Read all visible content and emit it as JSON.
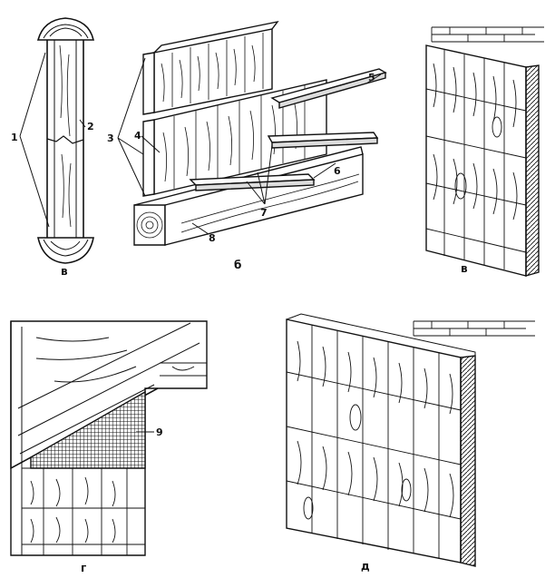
{
  "figure": {
    "panels": [
      {
        "id": "a",
        "caption": "в",
        "callouts": [
          "1",
          "2"
        ]
      },
      {
        "id": "b",
        "caption": "б",
        "callouts": [
          "3",
          "4",
          "5",
          "6",
          "7",
          "8"
        ]
      },
      {
        "id": "c",
        "caption": "в",
        "callouts": []
      },
      {
        "id": "d",
        "caption": "г",
        "callouts": [
          "9"
        ]
      },
      {
        "id": "e",
        "caption": "д",
        "callouts": []
      }
    ]
  },
  "colors": {
    "ink": "#111111",
    "paper": "#ffffff"
  }
}
